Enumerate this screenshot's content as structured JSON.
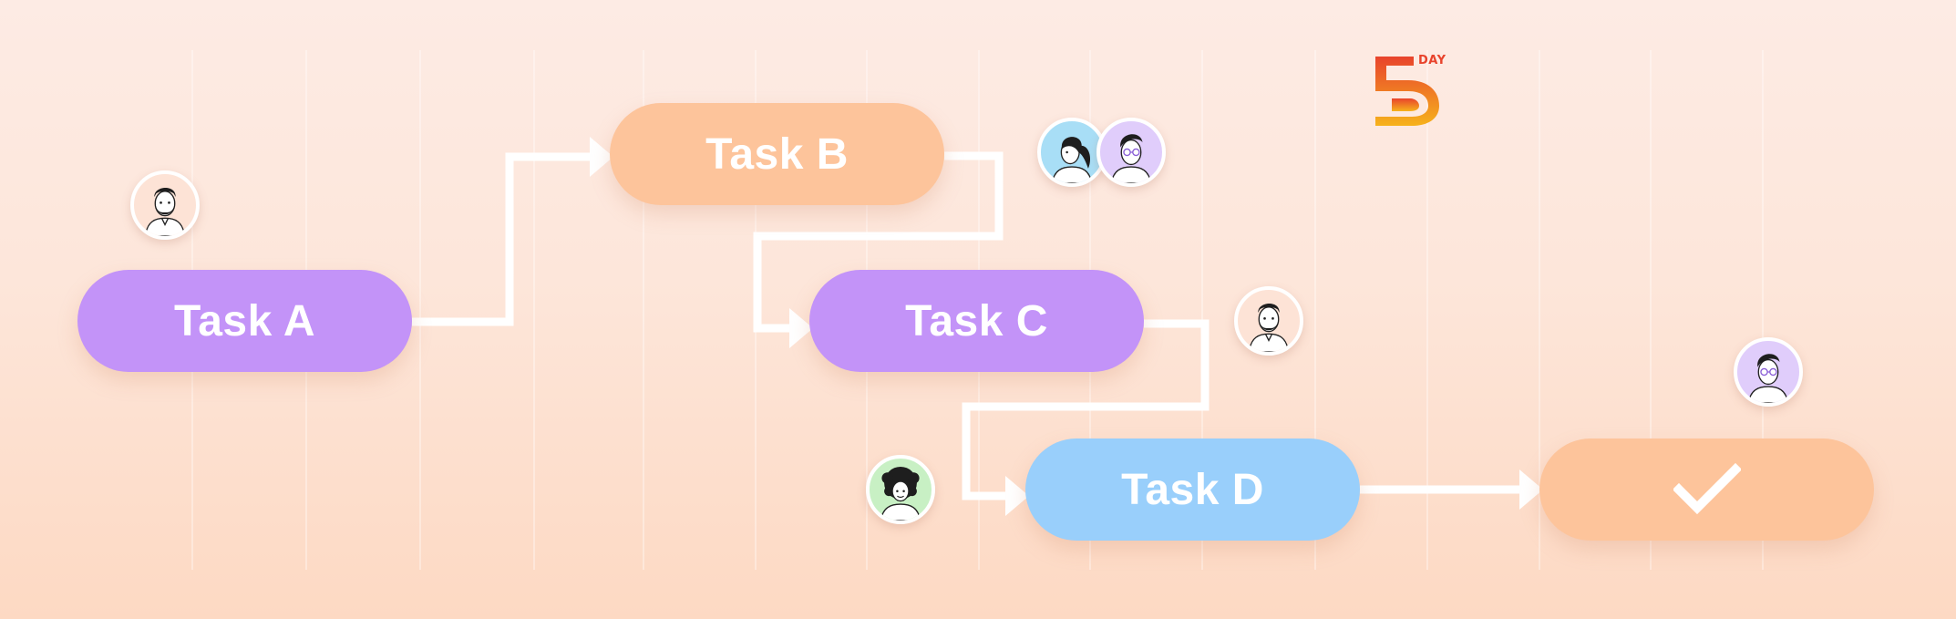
{
  "diagram": {
    "tasks": [
      {
        "id": "task-a",
        "label": "Task A",
        "color": "#c393f8"
      },
      {
        "id": "task-b",
        "label": "Task B",
        "color": "#fdc49b"
      },
      {
        "id": "task-c",
        "label": "Task C",
        "color": "#c393f8"
      },
      {
        "id": "task-d",
        "label": "Task D",
        "color": "#99cffb"
      },
      {
        "id": "task-done",
        "label": "",
        "icon": "checkmark-icon",
        "color": "#fdc49b"
      }
    ],
    "edges": [
      {
        "from": "task-a",
        "to": "task-b"
      },
      {
        "from": "task-b",
        "to": "task-c"
      },
      {
        "from": "task-c",
        "to": "task-d"
      },
      {
        "from": "task-d",
        "to": "task-done"
      }
    ],
    "assignees": [
      {
        "task": "task-a",
        "avatar": "bearded-man-avatar",
        "bg": "#fde3d6"
      },
      {
        "task": "task-b",
        "avatar": "woman-ponytail-avatar",
        "bg": "#a8def6"
      },
      {
        "task": "task-b",
        "avatar": "man-glasses-avatar",
        "bg": "#e0cdfb"
      },
      {
        "task": "task-c",
        "avatar": "bearded-man-avatar",
        "bg": "#fde3d6"
      },
      {
        "task": "task-d",
        "avatar": "curly-hair-avatar",
        "bg": "#c8f0c4"
      },
      {
        "task": "task-done",
        "avatar": "man-glasses-avatar",
        "bg": "#e0cdfb"
      }
    ],
    "connector_color": "#ffffff"
  },
  "brand": {
    "logo": "5day-logo",
    "logo_text": "DAY",
    "colors": {
      "red": "#e8432c",
      "yellow": "#f6b21c"
    }
  }
}
